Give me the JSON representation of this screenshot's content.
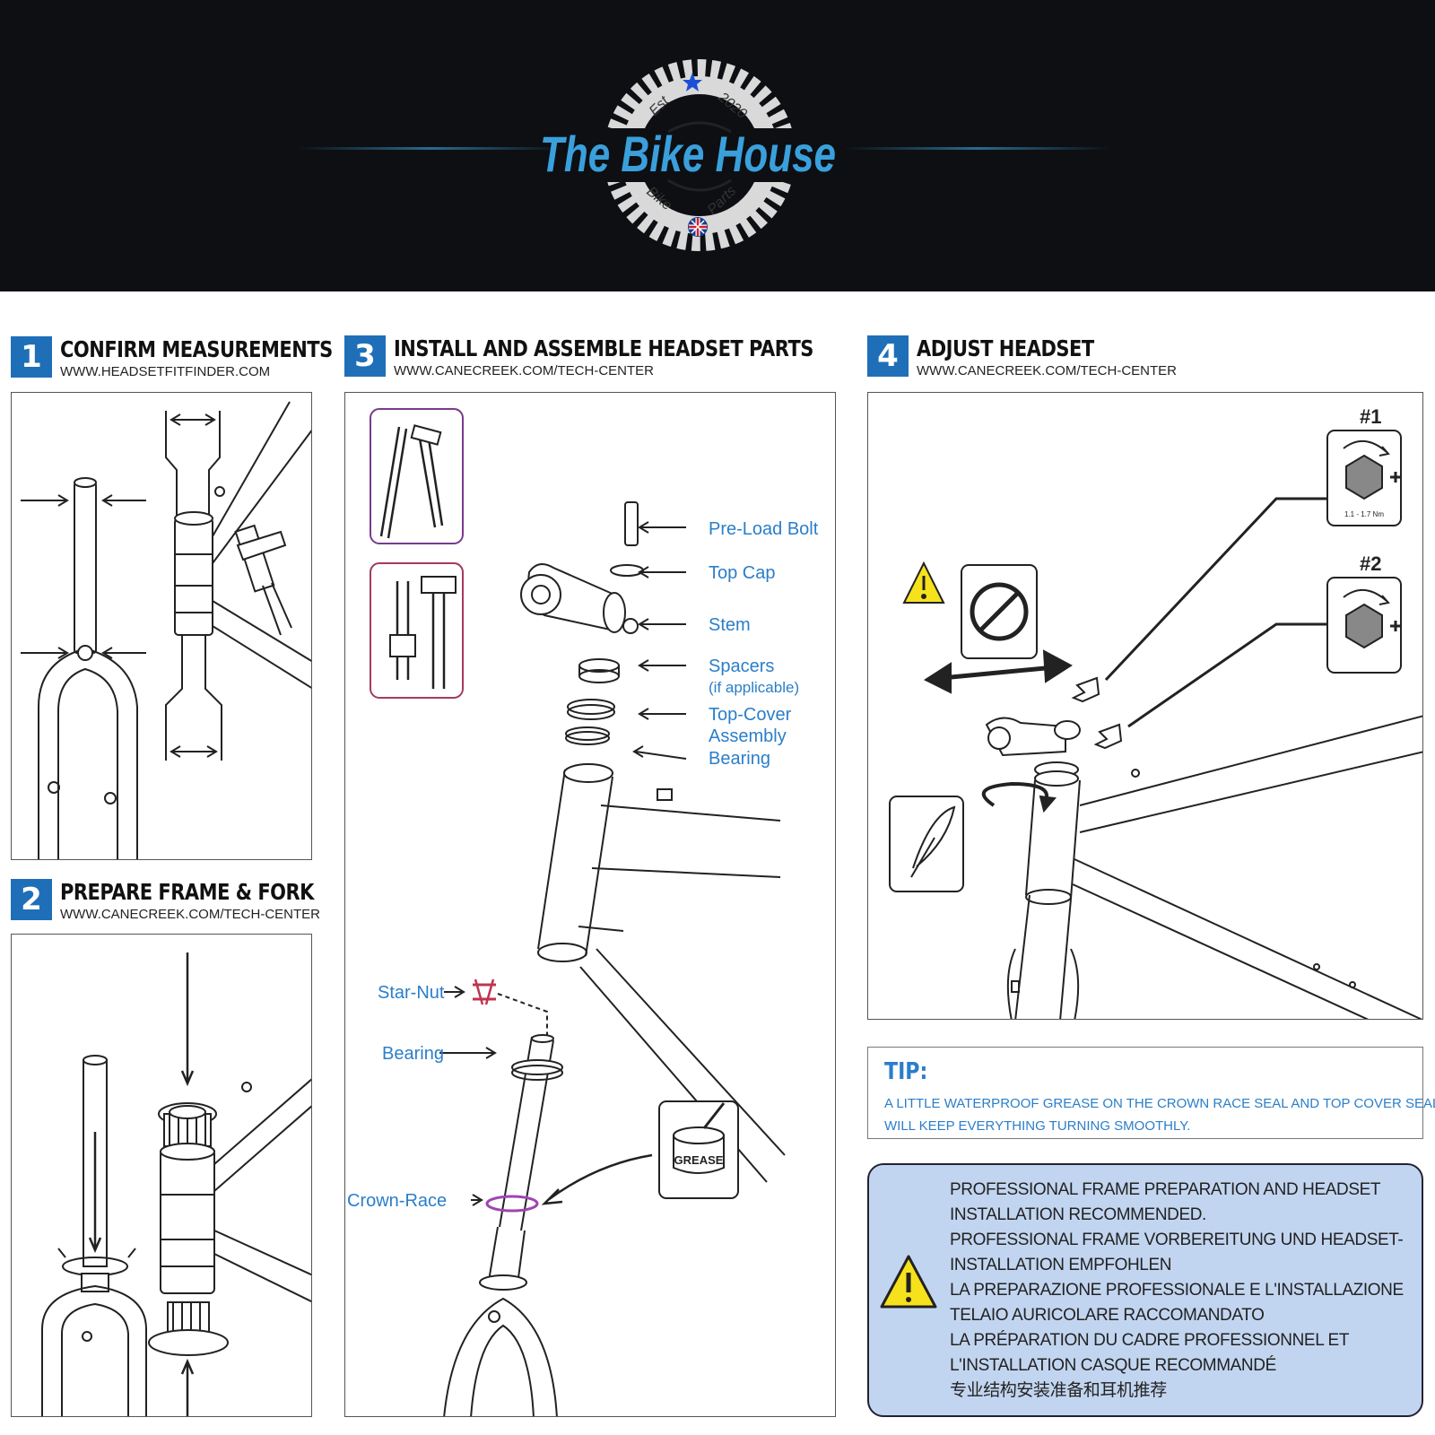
{
  "brand": {
    "name": "The Bike House",
    "est": "Est",
    "year": "2020",
    "bike": "Bike",
    "parts": "Parts",
    "colors": {
      "accent": "#2b7ec9",
      "banner_bg": "#0d0f13",
      "step_box": "#1f6fb8",
      "warning_bg": "#c2d5f0"
    }
  },
  "steps": {
    "s1": {
      "num": "1",
      "title": "CONFIRM MEASUREMENTS",
      "url": "WWW.HEADSETFITFINDER.COM"
    },
    "s2": {
      "num": "2",
      "title": "PREPARE FRAME & FORK",
      "url": "WWW.CANECREEK.COM/TECH-CENTER"
    },
    "s3": {
      "num": "3",
      "title": "INSTALL AND ASSEMBLE HEADSET PARTS",
      "url": "WWW.CANECREEK.COM/TECH-CENTER"
    },
    "s4": {
      "num": "4",
      "title": "ADJUST HEADSET",
      "url": "WWW.CANECREEK.COM/TECH-CENTER"
    }
  },
  "parts_labels": {
    "preload_bolt": "Pre-Load Bolt",
    "top_cap": "Top Cap",
    "stem": "Stem",
    "spacers": "Spacers",
    "spacers_note": "(if applicable)",
    "top_cover_1": "Top-Cover",
    "top_cover_2": "Assembly",
    "bearing_top": "Bearing",
    "star_nut": "Star-Nut",
    "bearing_bottom": "Bearing",
    "crown_race": "Crown-Race",
    "grease": "GREASE"
  },
  "adjust": {
    "torque_1_label": "#1",
    "torque_2_label": "#2",
    "torque_spec": "1.1 - 1.7 Nm"
  },
  "tip": {
    "title": "TIP:",
    "line1": "A LITTLE WATERPROOF GREASE ON THE CROWN RACE SEAL AND TOP COVER SEAL",
    "line2": "WILL KEEP EVERYTHING TURNING SMOOTHLY."
  },
  "warning": {
    "lines": [
      "PROFESSIONAL FRAME PREPARATION AND HEADSET",
      "INSTALLATION RECOMMENDED.",
      "PROFESSIONAL FRAME VORBEREITUNG UND HEADSET-",
      "INSTALLATION EMPFOHLEN",
      "LA PREPARAZIONE PROFESSIONALE E L'INSTALLAZIONE",
      "TELAIO AURICOLARE RACCOMANDATO",
      "LA PRÉPARATION DU CADRE PROFESSIONNEL ET",
      "L'INSTALLATION CASQUE RECOMMANDÉ",
      "专业结构安装准备和耳机推荐"
    ]
  }
}
